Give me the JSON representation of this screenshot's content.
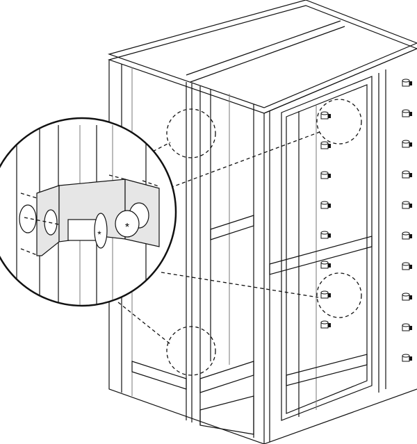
{
  "figure": {
    "subject": "cabinet-frame-bracket-detail",
    "colors": {
      "line": "#111111",
      "bracket_fill": "#e6e6e6",
      "background": "#ffffff"
    },
    "detail_callouts": 4,
    "rack_peg_rows": {
      "side_column": 10,
      "door_frame": 8
    }
  }
}
